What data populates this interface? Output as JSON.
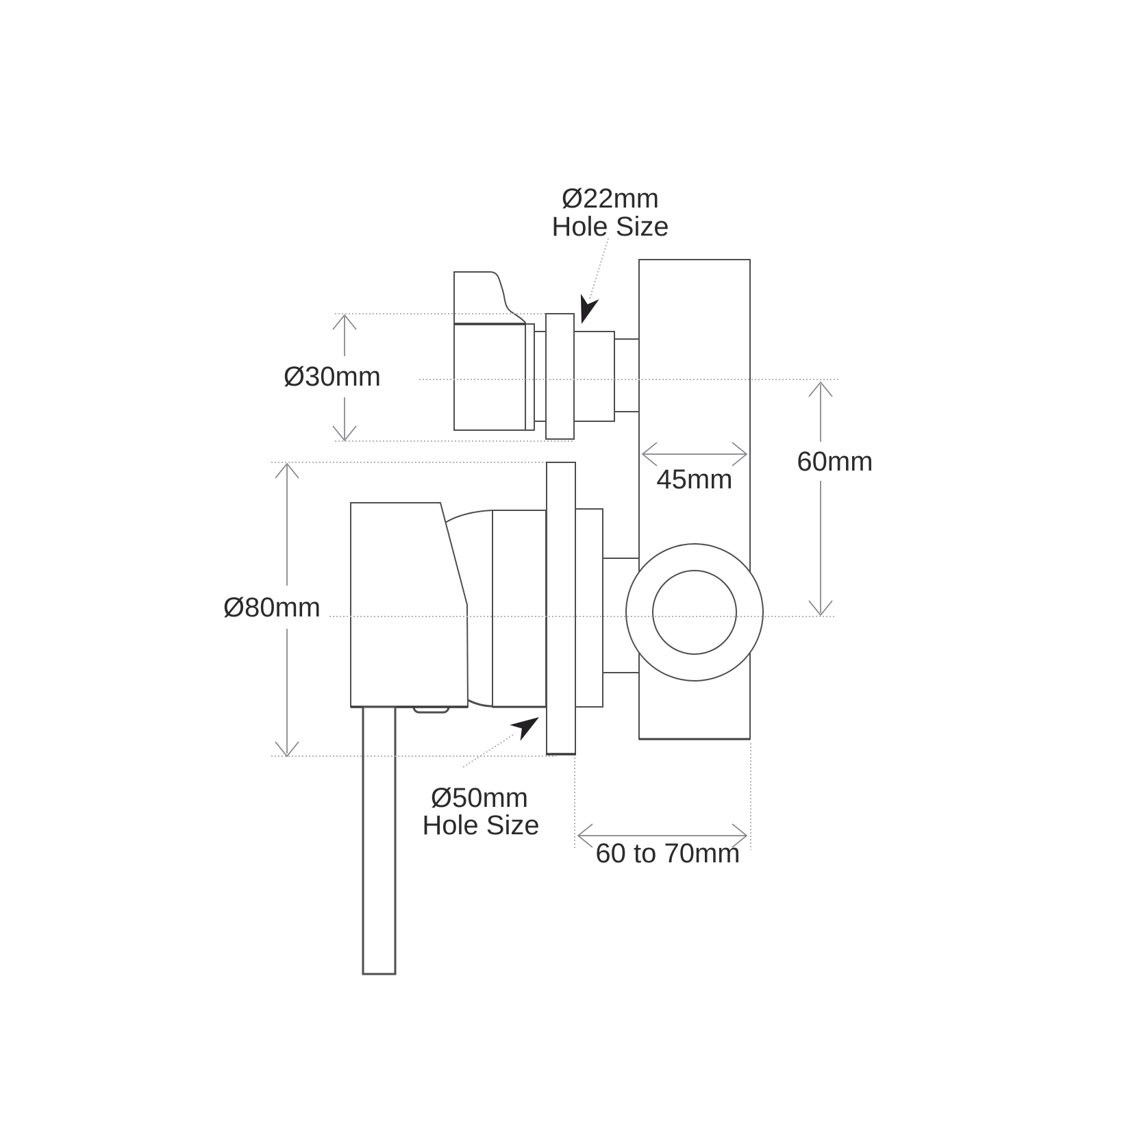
{
  "diagram": {
    "description": "Shower mixer valve installation dimension drawing",
    "labels": {
      "hole22_line1": "Ø22mm",
      "hole22_line2": "Hole Size",
      "dia30": "Ø30mm",
      "dim45": "45mm",
      "dim60": "60mm",
      "dia80": "Ø80mm",
      "hole50_line1": "Ø50mm",
      "hole50_line2": "Hole Size",
      "dim60to70": "60 to 70mm"
    },
    "colors": {
      "background": "#ffffff",
      "outline": "#4e4e50",
      "outline_dark": "#3a3a3c",
      "dimension_line": "#838487",
      "dotted_line": "#a8a9ab",
      "text": "#2b2b2b",
      "leader_arrow_fill": "#232023"
    }
  }
}
